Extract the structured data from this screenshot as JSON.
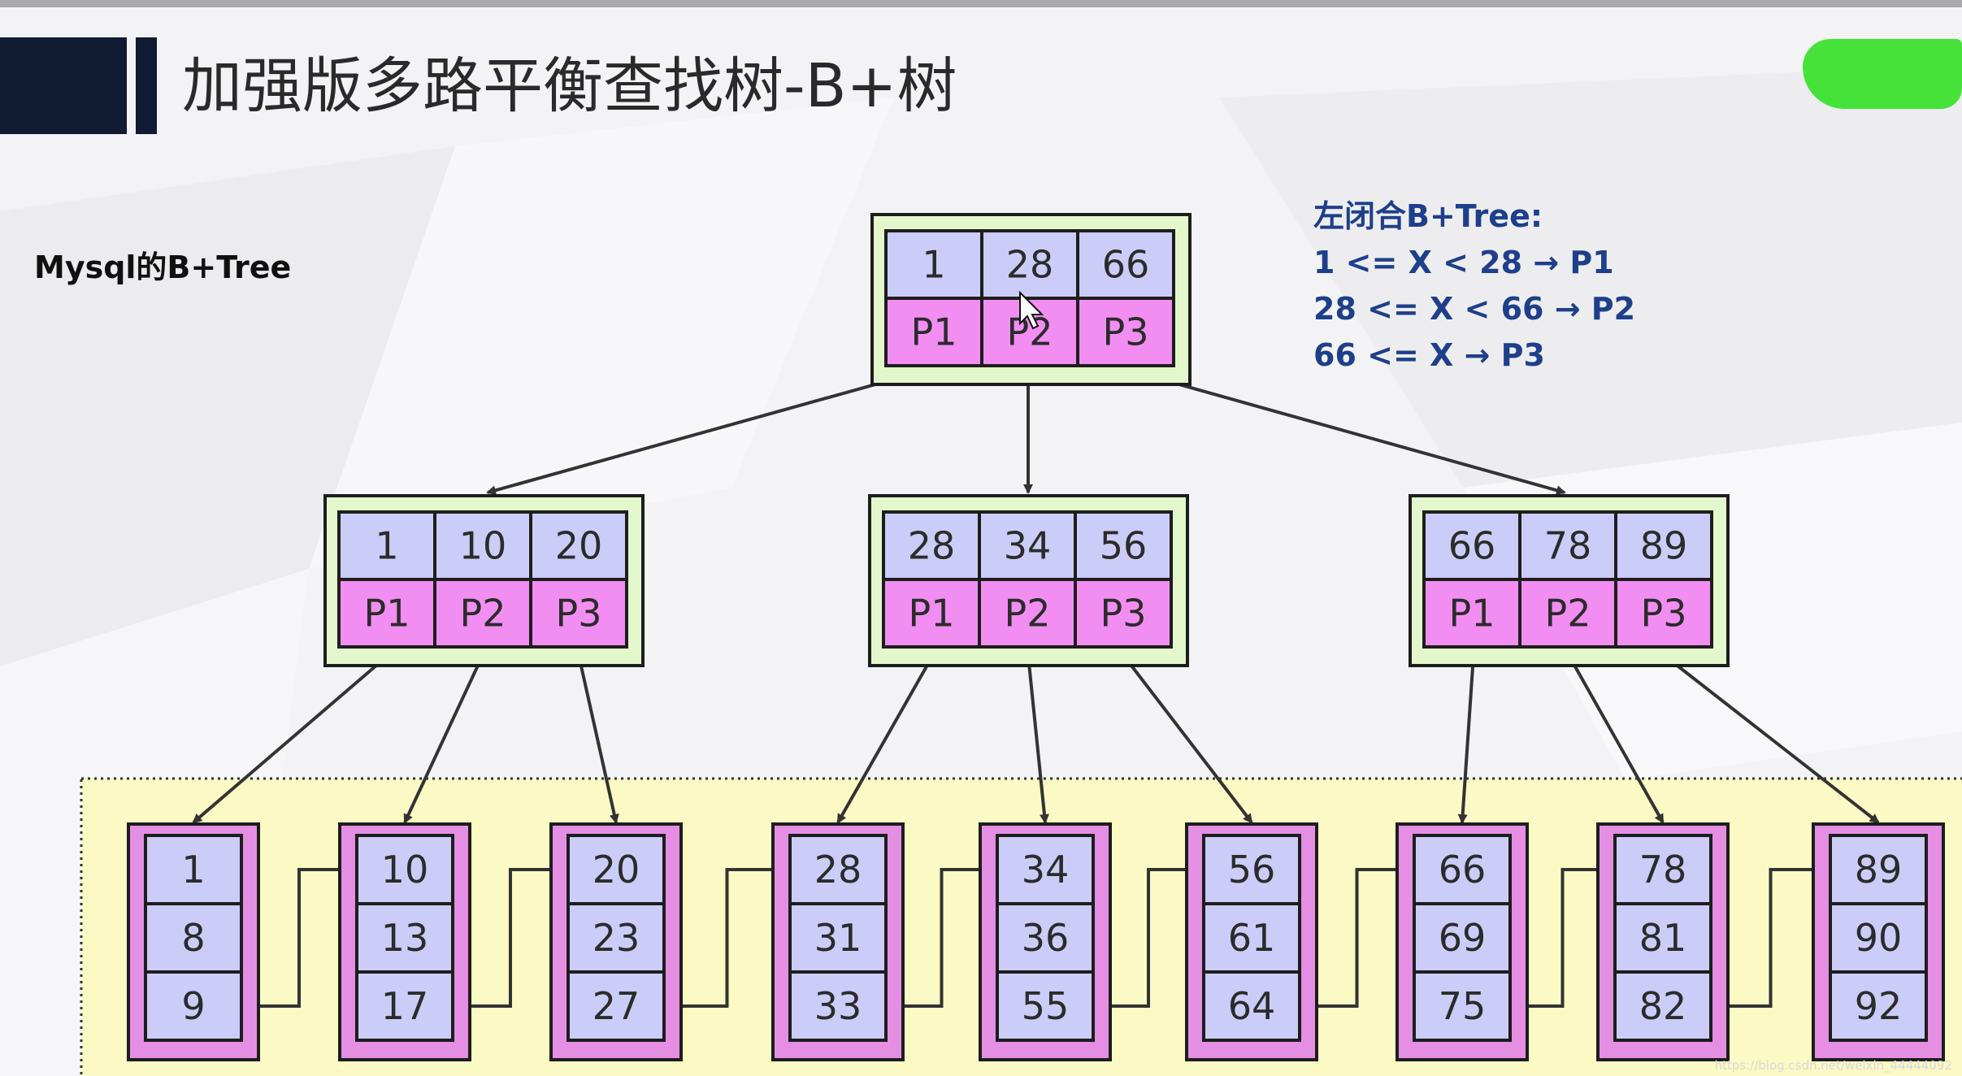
{
  "title": "加强版多路平衡查找树-B+树",
  "caption": "Mysql的B+Tree",
  "rules": {
    "heading": "左闭合B+Tree:",
    "lines": [
      "1 <= X  < 28  → P1",
      "28 <= X  < 66  → P2",
      "66 <= X  → P3"
    ]
  },
  "watermark": "https://blog.csdn.net/weixin_44444092",
  "colors": {
    "key_cell": "#ccccf8",
    "pointer_cell": "#f28ef2",
    "internal_node_frame": "#e4f7cc",
    "leaf_node_frame": "#e48ee4",
    "leaf_area": "#fbf9c4",
    "cell_border": "#1d1d1d",
    "arrow": "#333333",
    "title_bar": "#111a33"
  },
  "tree": {
    "root": {
      "keys": [
        "1",
        "28",
        "66"
      ],
      "pointers": [
        "P1",
        "P2",
        "P3"
      ]
    },
    "internal": [
      {
        "keys": [
          "1",
          "10",
          "20"
        ],
        "pointers": [
          "P1",
          "P2",
          "P3"
        ]
      },
      {
        "keys": [
          "28",
          "34",
          "56"
        ],
        "pointers": [
          "P1",
          "P2",
          "P3"
        ]
      },
      {
        "keys": [
          "66",
          "78",
          "89"
        ],
        "pointers": [
          "P1",
          "P2",
          "P3"
        ]
      }
    ],
    "leaves": [
      [
        "1",
        "8",
        "9"
      ],
      [
        "10",
        "13",
        "17"
      ],
      [
        "20",
        "23",
        "27"
      ],
      [
        "28",
        "31",
        "33"
      ],
      [
        "34",
        "36",
        "55"
      ],
      [
        "56",
        "61",
        "64"
      ],
      [
        "66",
        "69",
        "75"
      ],
      [
        "78",
        "81",
        "82"
      ],
      [
        "89",
        "90",
        "92"
      ]
    ]
  }
}
